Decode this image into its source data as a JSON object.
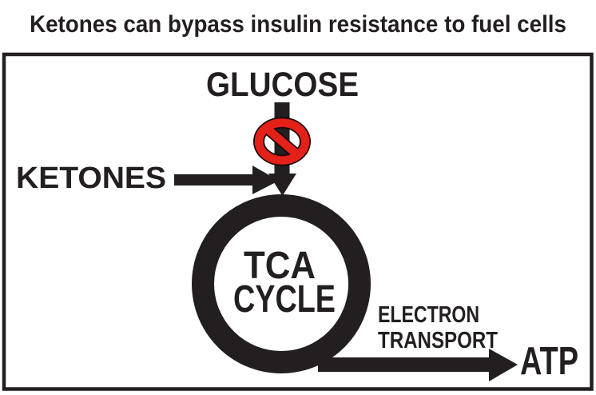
{
  "title": "Ketones can bypass insulin resistance to fuel cells",
  "diagram": {
    "glucose": {
      "label": "GLUCOSE"
    },
    "ketones": {
      "label": "KETONES"
    },
    "tca": {
      "line1": "TCA",
      "line2": "CYCLE"
    },
    "electron_transport": {
      "line1": "ELECTRON",
      "line2": "TRANSPORT"
    },
    "atp": {
      "label": "ATP"
    },
    "prohibition_icon": "no-entry-icon"
  },
  "colors": {
    "ink": "#231f20",
    "prohibition_red": "#e32119",
    "background": "#ffffff"
  }
}
